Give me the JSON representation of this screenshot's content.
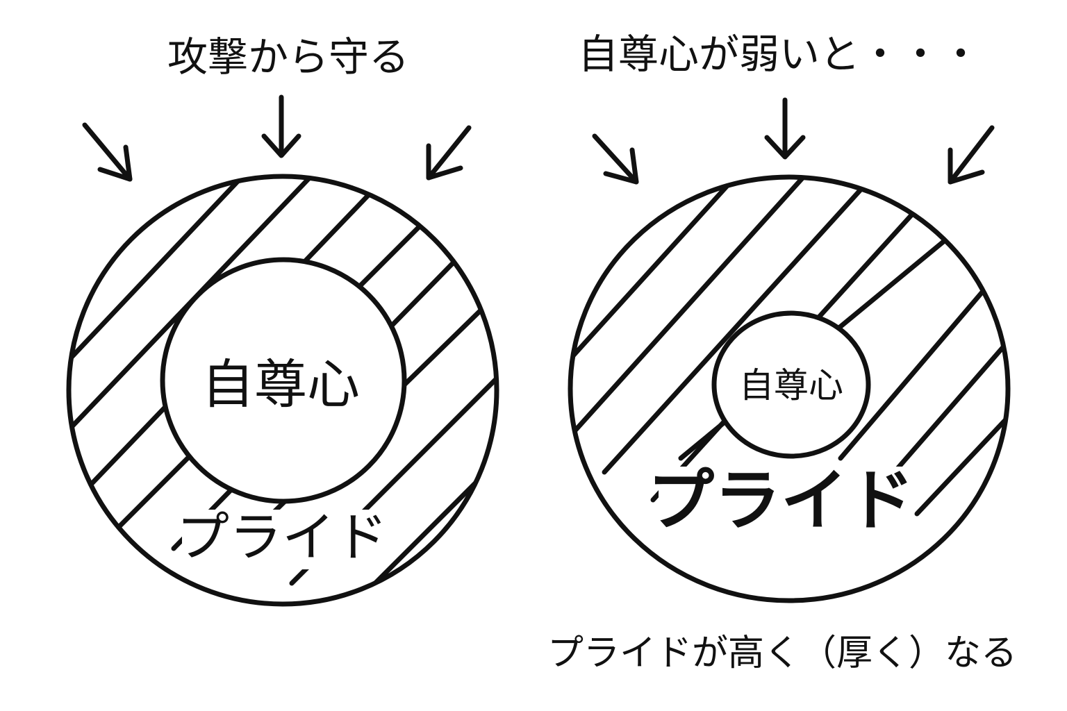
{
  "left_panel": {
    "heading": "攻撃から守る",
    "core_label": "自尊心",
    "outer_label": "プライド"
  },
  "right_panel": {
    "heading": "自尊心が弱いと・・・",
    "core_label": "自尊心",
    "outer_label": "プライド",
    "caption": "プライドが高く（厚く）なる"
  },
  "colors": {
    "ink": "#111111",
    "background": "#ffffff"
  }
}
